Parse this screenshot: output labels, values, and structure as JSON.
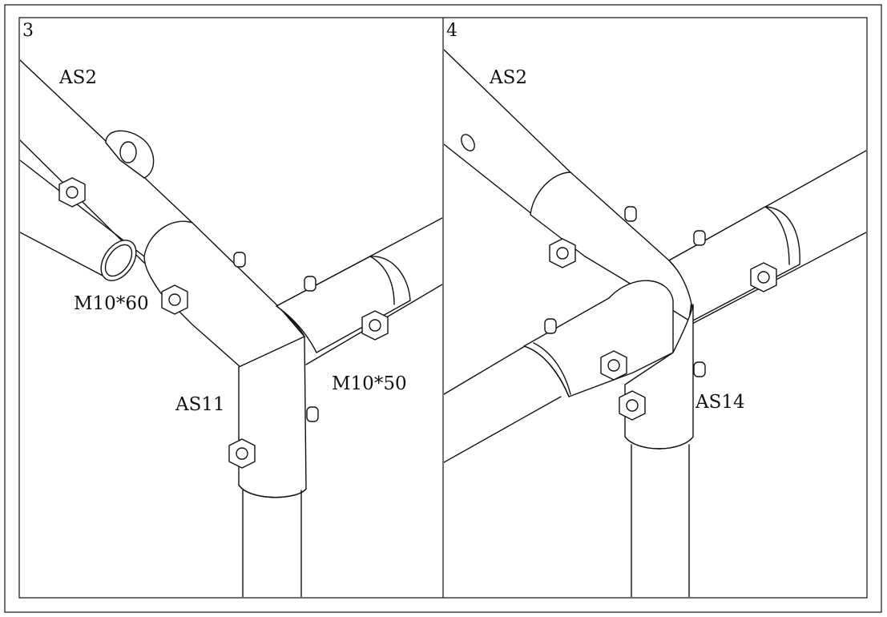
{
  "panels": [
    {
      "number": "3",
      "labels": {
        "rail": "AS2",
        "bolt_long": "M10*60",
        "corner": "AS11",
        "bolt_short": "M10*50"
      }
    },
    {
      "number": "4",
      "labels": {
        "rail": "AS2",
        "corner": "AS14"
      }
    }
  ],
  "colors": {
    "line": "#111111",
    "background": "#ffffff"
  },
  "icons": [
    "hex-bolt-icon"
  ]
}
